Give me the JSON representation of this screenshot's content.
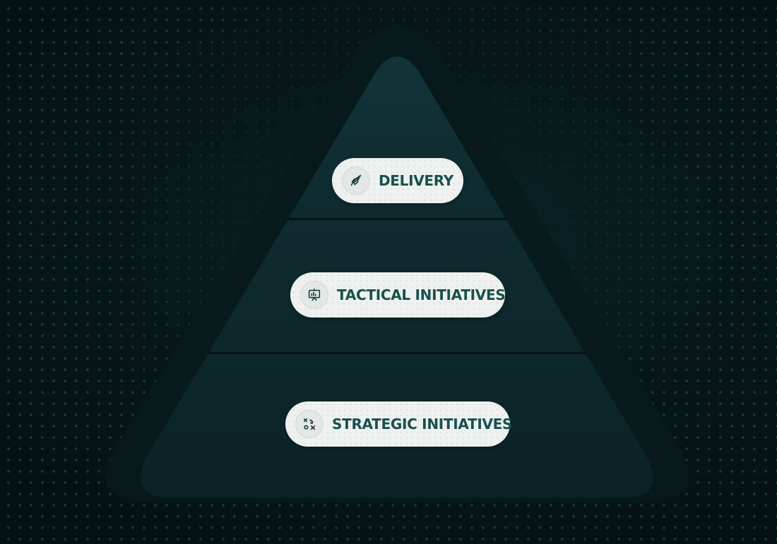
{
  "colors": {
    "background": "#061517",
    "pyramid_fill": "#0e2a2e",
    "pyramid_outline": "#081a1b",
    "pill_background": "#eef1f0",
    "label_text": "#17514d",
    "icon_stroke": "#1d3f40"
  },
  "pyramid": {
    "levels": [
      {
        "label": "DELIVERY",
        "icon": "rocket-icon"
      },
      {
        "label": "TACTICAL INITIATIVES",
        "icon": "presentation-board-icon"
      },
      {
        "label": "STRATEGIC INITIATIVES",
        "icon": "strategy-play-icon"
      }
    ]
  }
}
